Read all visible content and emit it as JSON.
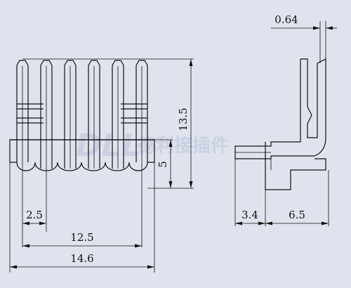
{
  "watermark": {
    "latin": "DLL",
    "cjk": "德利接插件"
  },
  "dimensions": {
    "pin_thickness": "0.64",
    "overall_height": "13.5",
    "body_height": "5",
    "pitch": "2.5",
    "pin_span": "12.5",
    "overall_width": "14.6",
    "side_base": "3.4",
    "side_pin_offset": "6.5"
  }
}
